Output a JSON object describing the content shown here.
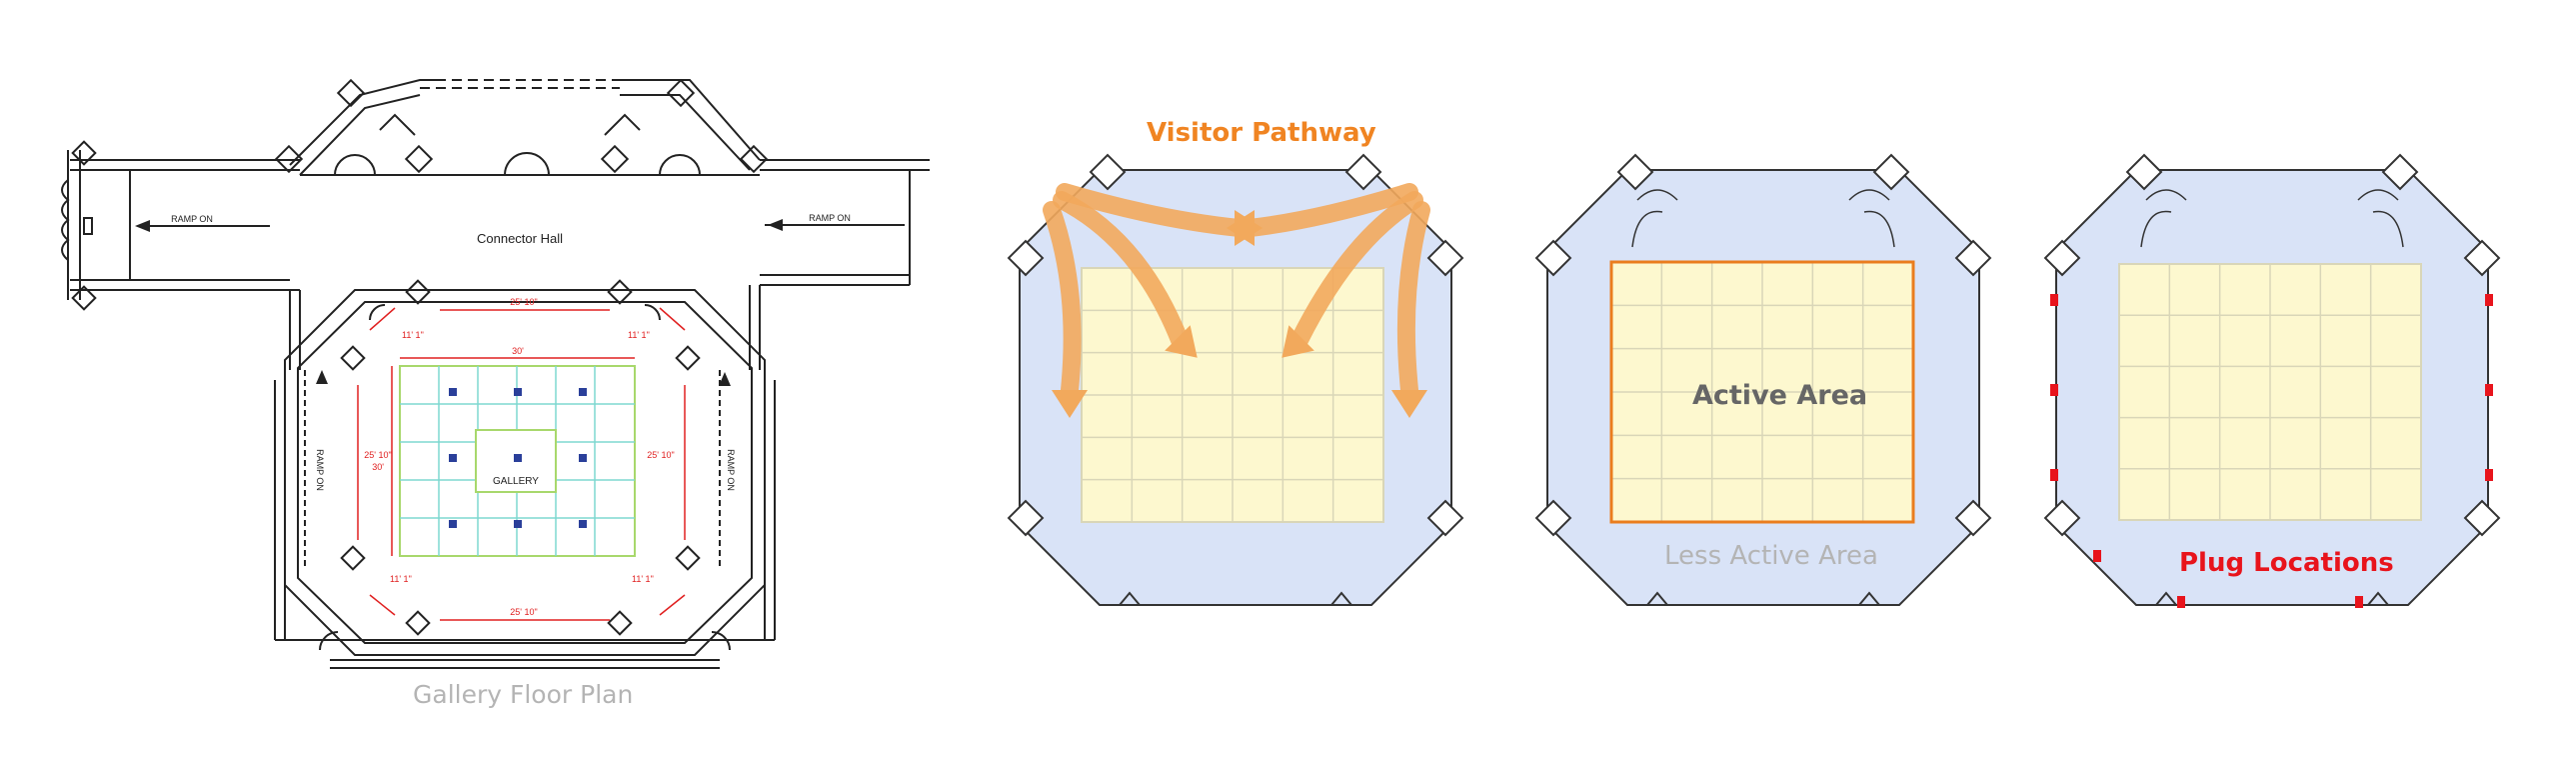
{
  "captions": {
    "floor_plan": "Gallery Floor Plan",
    "visitor_pathway": "Visitor Pathway",
    "active_area": "Active Area",
    "less_active_area": "Less Active Area",
    "plug_locations": "Plug Locations"
  },
  "floor_plan_labels": {
    "connector_hall": "Connector Hall",
    "ramp_on_left": "RAMP ON",
    "ramp_on_right": "RAMP ON",
    "ramp_on_vertical_left": "RAMP ON",
    "ramp_on_vertical_right": "RAMP ON",
    "gallery": "GALLERY",
    "dim_top": "25' 10\"",
    "dim_bottom": "25' 10\"",
    "dim_inner_top": "30'",
    "dim_inner_left": "30'",
    "dim_left": "25' 10\"",
    "dim_right": "25' 10\"",
    "dim_corner_tl": "11' 1\"",
    "dim_corner_tr": "11' 1\"",
    "dim_corner_bl": "11' 1\"",
    "dim_corner_br": "11' 1\""
  },
  "colors": {
    "room_fill": "#d9e3f7",
    "grid_fill": "#fdf8cf",
    "grid_line": "#d9d6b8",
    "outline": "#333333",
    "pathway": "#f2a95c",
    "active_border": "#ea7d1e",
    "plug": "#e8141c",
    "plan_grid": "#7fd8d0",
    "plan_dim": "#e02020",
    "plan_outer_grid": "#a8d86c"
  }
}
